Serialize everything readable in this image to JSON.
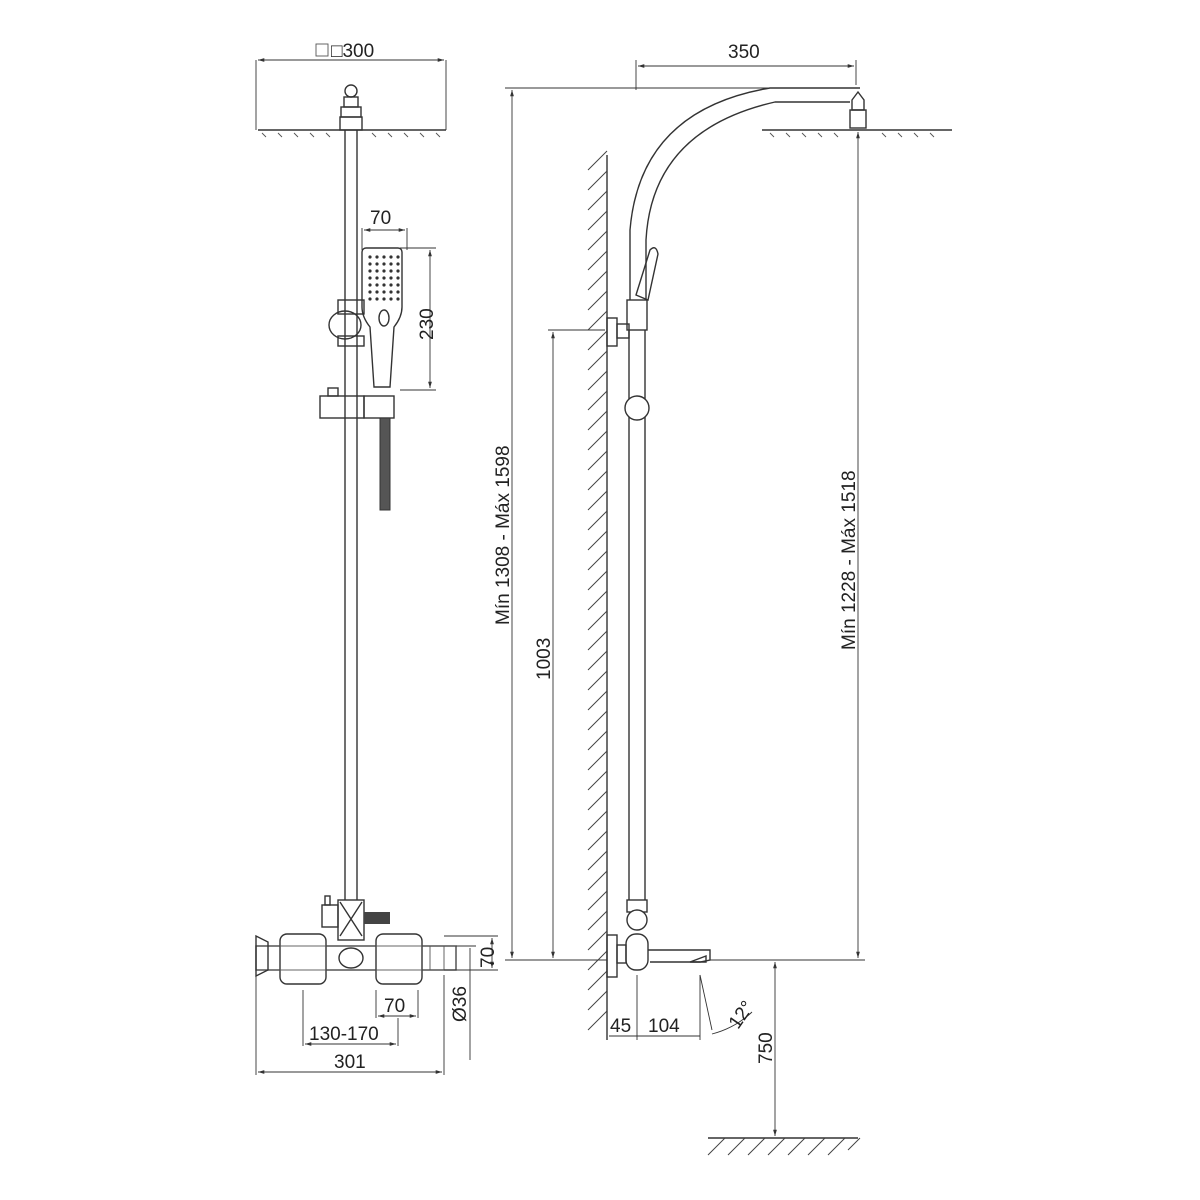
{
  "drawing": {
    "title": "Shower column technical drawing",
    "front_view": {
      "head_size": "□300",
      "hand_shower_width": "70",
      "hand_shower_length": "230",
      "valve_height": "70",
      "inlet_diameter": "Ø36",
      "handle_width": "70",
      "inlet_spacing": "130-170",
      "valve_total_width": "301"
    },
    "side_view": {
      "arm_reach": "350",
      "total_height": "Mín 1308 - Máx 1598",
      "bracket_height": "1003",
      "head_height": "Mín 1228 - Máx 1518",
      "wall_offset": "45",
      "spout_length": "104",
      "spout_angle": "12°",
      "spout_height_from_floor": "750"
    }
  }
}
